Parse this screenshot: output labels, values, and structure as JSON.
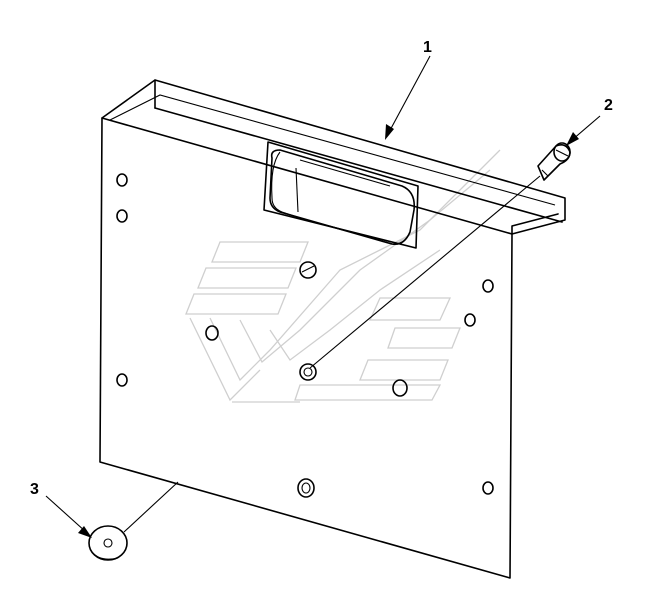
{
  "callouts": [
    {
      "id": "1",
      "label": "1"
    },
    {
      "id": "2",
      "label": "2"
    },
    {
      "id": "3",
      "label": "3"
    }
  ],
  "colors": {
    "ink": "#000000",
    "watermark": "#cfcfcf",
    "background": "#ffffff"
  }
}
